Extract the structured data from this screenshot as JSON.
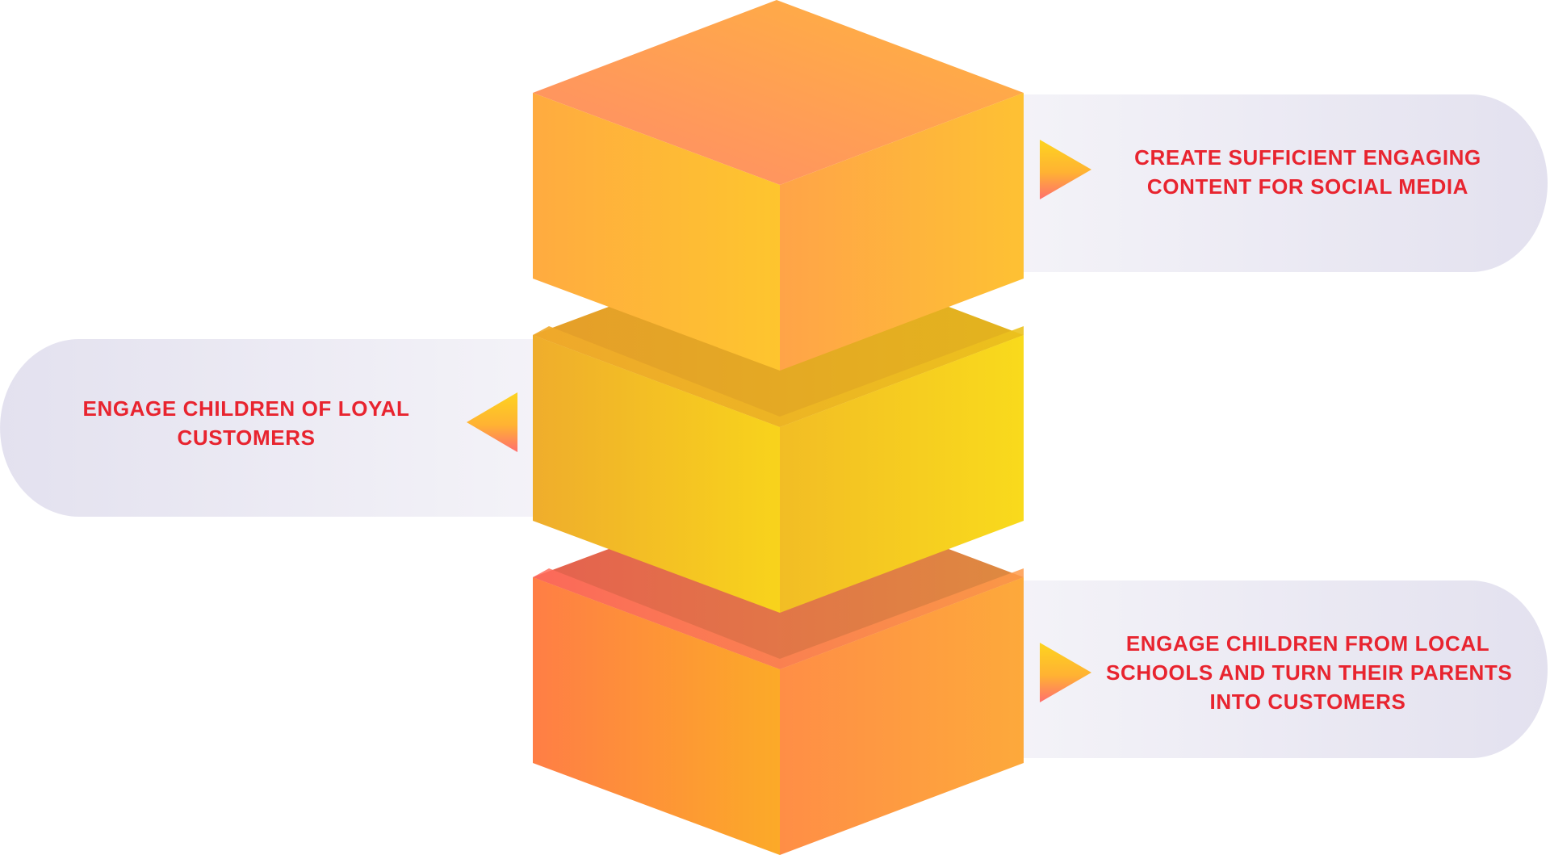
{
  "diagram": {
    "items": [
      {
        "lines": [
          "CREATE SUFFICIENT ENGAGING",
          "CONTENT FOR SOCIAL MEDIA"
        ]
      },
      {
        "lines": [
          "ENGAGE CHILDREN OF LOYAL",
          "CUSTOMERS"
        ]
      },
      {
        "lines": [
          "ENGAGE CHILDREN FROM LOCAL",
          "SCHOOLS AND TURN THEIR PARENTS",
          "INTO CUSTOMERS"
        ]
      }
    ]
  },
  "colors": {
    "label_text": "#e8242f",
    "pill_fill_light": "#f4f3f8",
    "pill_fill_dark": "#e3e1ef",
    "block_top_orange": "#ffb03f",
    "block_top_pink": "#ff8b6a",
    "block_mid_yellow": "#f8d91e",
    "block_mid_amber": "#efad2c",
    "block_bottom_orange": "#ff7e45",
    "block_bottom_amber": "#fba52d",
    "arrow_yellow": "#fdd41f",
    "arrow_pink": "#ff6f6f"
  }
}
